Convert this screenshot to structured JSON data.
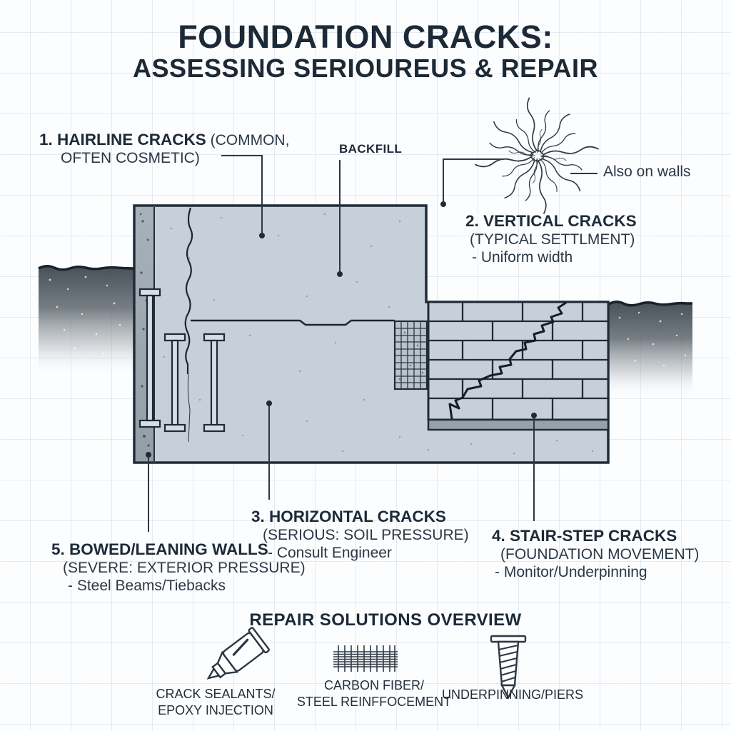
{
  "title": {
    "line1": "FOUNDATION CRACKS:",
    "line2": "ASSESSING SERIOUREUS & REPAIR"
  },
  "callouts": {
    "backfill": "BACKFILL",
    "also_on_walls": "Also on walls"
  },
  "crack_types": [
    {
      "name": "1. HAIRLINE CRACKS",
      "suffix": " (COMMON,",
      "line2": "OFTEN COSMETIC)"
    },
    {
      "name": "2. VERTICAL CRACKS",
      "detail": "(TYPICAL SETTLMENT)",
      "note": "- Uniform width"
    },
    {
      "name": "3. HORIZONTAL CRACKS",
      "detail": "(SERIOUS: SOIL PRESSURE)",
      "note": "- Consult Engineer"
    },
    {
      "name": "4. STAIR-STEP CRACKS",
      "detail": "(FOUNDATION MOVEMENT)",
      "note": "- Monitor/Underpinning"
    },
    {
      "name": "5. BOWED/LEANING WALLS",
      "detail": "(SEVERE: EXTERIOR PRESSURE)",
      "note": "- Steel Beams/Tiebacks"
    }
  ],
  "repair": {
    "heading": "REPAIR SOLUTIONS OVERVIEW",
    "items": [
      {
        "icon": "caulk-tube-icon",
        "line1": "CRACK SEALANTS/",
        "line2": "EPOXY INJECTION"
      },
      {
        "icon": "rebar-mesh-icon",
        "line1": "CARBON FIBER/",
        "line2": "STEEL REINFFOCEMENT"
      },
      {
        "icon": "screw-pier-icon",
        "line1": "UNDERPINNING/PIERS",
        "line2": ""
      }
    ]
  },
  "colors": {
    "text": "#1d2a38",
    "outline": "#1f2b37",
    "concrete": "#c7d0d9",
    "parging_strip": "#9aa5ae",
    "footer_band": "#97a1aa",
    "soil": "#464e55",
    "grid": "#dbe4ed"
  }
}
